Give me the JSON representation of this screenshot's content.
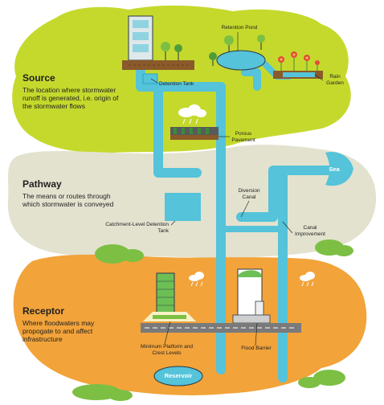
{
  "source": {
    "title": "Source",
    "description": "The location where stormwater runoff is generated, i.e. origin of the stormwater flows"
  },
  "pathway": {
    "title": "Pathway",
    "description": "The means or routes through which stormwater is conveyed"
  },
  "receptor": {
    "title": "Receptor",
    "description": "Where floodwaters may propogate to and affect infrastructure"
  },
  "labels": {
    "retention_pond": "Retention Pond",
    "detention_tank": "Detention Tank",
    "rain_garden": "Rain Garden",
    "porous_pavement": "Porous Pavement",
    "sea": "Sea",
    "diversion_canal": "Diversion Canal",
    "catchment_detention_tank": "Catchment-Level Detention Tank",
    "canal_improvement": "Canal Improvement",
    "minimum_platform": "Minimum Platform and Crest Levels",
    "flood_barrier": "Flood Barrier",
    "reservoir": "Reservoir"
  },
  "colors": {
    "source_zone": "#c5d92d",
    "pathway_zone": "#e3e2cf",
    "receptor_zone": "#f2a33a",
    "water": "#55c3d9",
    "water_dark": "#2aa6c2",
    "ground": "#8a5a2a",
    "road": "#7a7a7a",
    "tree_green": "#7cbf43",
    "building_green": "#6cbf54"
  }
}
